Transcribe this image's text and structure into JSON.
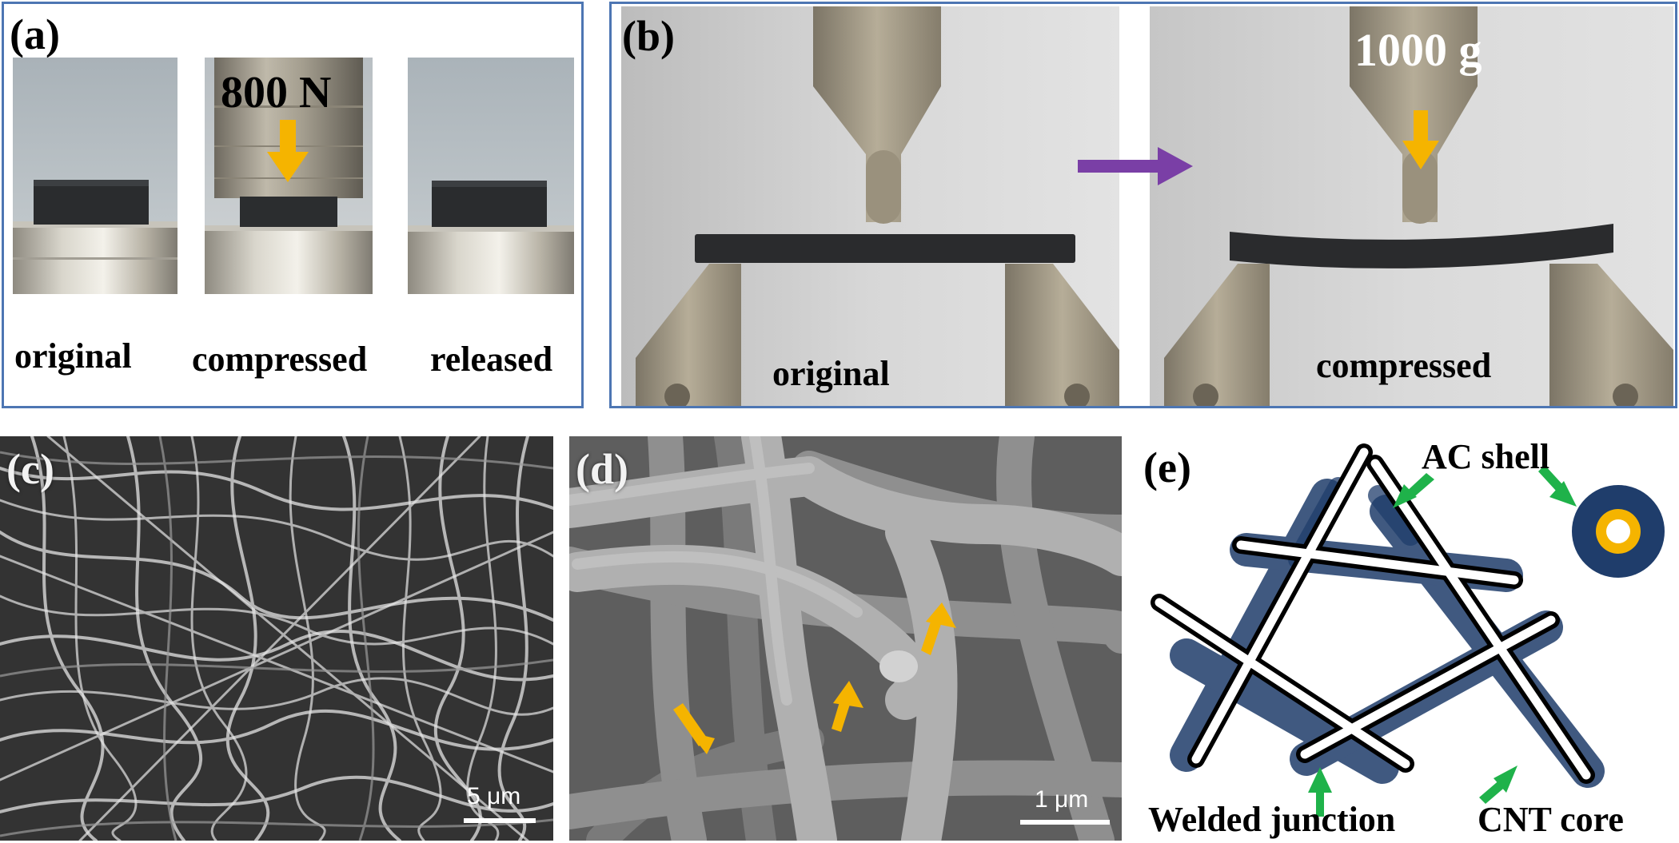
{
  "panel_a": {
    "label": "(a)",
    "load": "800 N",
    "captions": [
      "original",
      "compressed",
      "released"
    ]
  },
  "panel_b": {
    "label": "(b)",
    "load": "1000 g",
    "captions": [
      "original",
      "compressed"
    ]
  },
  "panel_c": {
    "label": "(c)",
    "scale_bar": "5 μm"
  },
  "panel_d": {
    "label": "(d)",
    "scale_bar": "1 μm"
  },
  "panel_e": {
    "label": "(e)",
    "labels": {
      "ac_shell": "AC shell",
      "welded_junction": "Welded junction",
      "cnt_core": "CNT core"
    }
  },
  "colors": {
    "frame_border": "#4d76b3",
    "load_arrow": "#f5b400",
    "transition_arrow": "#7a3fa6",
    "pointer_arrow": "#1fb24a",
    "shell": "#1f3d6b",
    "core_ring": "#f5b400"
  }
}
